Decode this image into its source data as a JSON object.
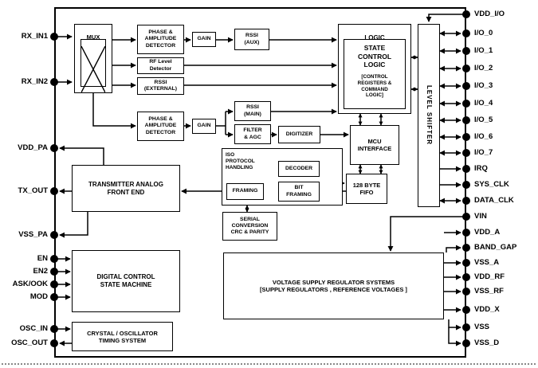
{
  "diagram": {
    "pins": {
      "left": [
        "RX_IN1",
        "RX_IN2",
        "VDD_PA",
        "TX_OUT",
        "VSS_PA",
        "EN",
        "EN2",
        "ASK/OOK",
        "MOD",
        "OSC_IN",
        "OSC_OUT"
      ],
      "right": [
        "VDD_I/O",
        "I/O_0",
        "I/O_1",
        "I/O_2",
        "I/O_3",
        "I/O_4",
        "I/O_5",
        "I/O_6",
        "I/O_7",
        "IRQ",
        "SYS_CLK",
        "DATA_CLK",
        "VIN",
        "VDD_A",
        "BAND_GAP",
        "VSS_A",
        "VDD_RF",
        "VSS_RF",
        "VDD_X",
        "VSS",
        "VSS_D"
      ]
    },
    "blocks": {
      "mux": "MUX",
      "phase_amp_top": "PHASE &\nAMPLITUDE\nDETECTOR",
      "gain_top": "GAIN",
      "rssi_aux": "RSSI\n(AUX)",
      "rf_level": "RF Level\nDetector",
      "rssi_external": "RSSI\n(EXTERNAL)",
      "phase_amp_bottom": "PHASE &\nAMPLITUDE\nDETECTOR",
      "gain_bottom": "GAIN",
      "rssi_main": "RSSI\n(MAIN)",
      "filter_agc": "FILTER\n& AGC",
      "digitizer": "DIGITIZER",
      "logic_title": "LOGIC",
      "state_control": "STATE\nCONTROL\nLOGIC",
      "control_registers": "[CONTROL\nREGISTERS &\nCOMMAND\nLOGIC]",
      "level_shifter": "LEVEL SHIFTER",
      "mcu_interface": "MCU\nINTERFACE",
      "iso_protocol": "ISO\nPROTOCOL\nHANDLING",
      "decoder": "DECODER",
      "bit_framing": "BIT\nFRAMING",
      "framing": "FRAMING",
      "fifo": "128 BYTE\nFIFO",
      "serial_conversion": "SERIAL\nCONVERSION\nCRC & PARITY",
      "transmitter": "TRANSMITTER ANALOG\nFRONT END",
      "digital_control": "DIGITAL CONTROL\nSTATE MACHINE",
      "crystal": "CRYSTAL / OSCILLATOR\nTIMING SYSTEM",
      "voltage_regulator": "VOLTAGE SUPPLY REGULATOR SYSTEMS\n[SUPPLY REGULATORS , REFERENCE VOLTAGES ]"
    },
    "colors": {
      "line": "#000000",
      "block_bg": "#ffffff",
      "background": "#ffffff"
    }
  }
}
